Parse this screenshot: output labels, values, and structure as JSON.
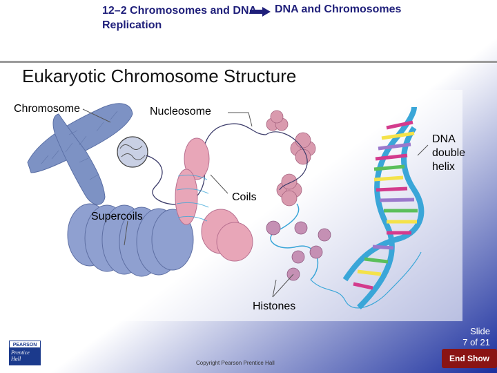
{
  "header": {
    "left_title": "12–2 Chromosomes and DNA Replication",
    "right_title": "DNA and Chromosomes"
  },
  "slide_title": "Eukaryotic Chromosome Structure",
  "labels": {
    "chromosome": "Chromosome",
    "nucleosome": "Nucleosome",
    "dna_line1": "DNA",
    "dna_line2": "double",
    "dna_line3": "helix",
    "coils": "Coils",
    "supercoils": "Supercoils",
    "histones": "Histones"
  },
  "footer": {
    "slide_line1": "Slide",
    "slide_line2": "7 of 21",
    "end_show": "End Show",
    "copyright": "Copyright Pearson Prentice Hall",
    "logo_top": "PEARSON",
    "logo_line1": "Prentice",
    "logo_line2": "Hall"
  },
  "colors": {
    "header_text": "#1f1f7a",
    "gradient_bottom": "#1b2f9e",
    "chromosome": "#7d92c4",
    "coil": "#e8a6b8",
    "helix_blue": "#3aa6d8",
    "end_button": "#8a1414"
  }
}
